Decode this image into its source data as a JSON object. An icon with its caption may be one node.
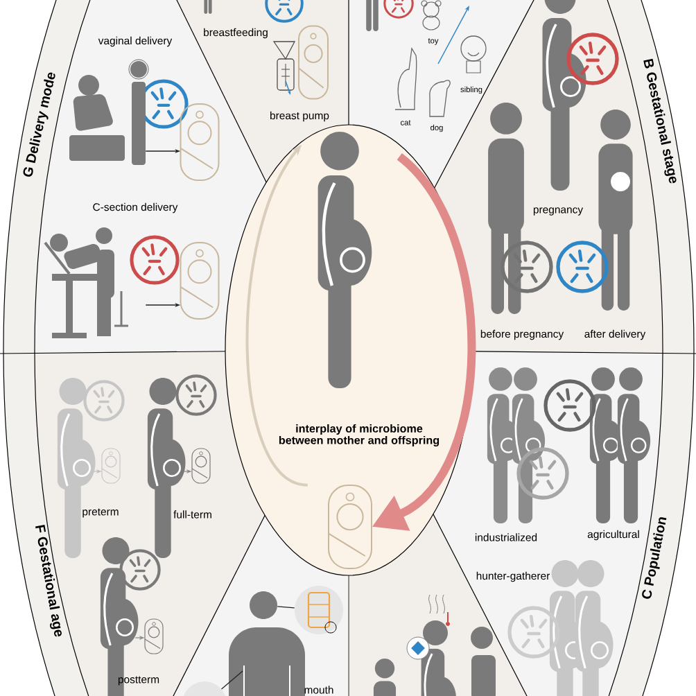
{
  "diagram": {
    "nodes": [
      {
        "text": [
          "interplay of microbiome between mother and offspring"
        ]
      },
      {
        "text": [],
        "shape": "picture",
        "in": 0
      },
      {
        "text": [],
        "shape": "picture",
        "in": 0
      },
      {
        "text": [],
        "shape": "picture"
      },
      {
        "text": [],
        "shape": "picture"
      },
      {
        "text": [],
        "shape": "picture"
      },
      {
        "text": [],
        "shape": "picture"
      },
      {
        "text": [],
        "shape": "picture"
      },
      {
        "text": [],
        "shape": "picture"
      },
      {
        "text": [],
        "shape": "picture"
      },
      {
        "text": [],
        "shape": "picture"
      },
      {
        "text": [],
        "shape": "picture"
      },
      {
        "text": [],
        "shape": "picture"
      },
      {
        "text": [],
        "shape": "person"
      },
      {
        "text": [],
        "shape": "picture"
      },
      {
        "text": [],
        "shape": "circle"
      }
    ],
    "edges": [
      {
        "from": 1,
        "to": 2,
        "arrow": "to",
        "style": "thick",
        "color": "#e08a8a"
      },
      {
        "from": 2,
        "to": 1,
        "arrow": "to",
        "style": "thick",
        "color": "#d9cdbb"
      },
      {
        "from": 3,
        "to": 4,
        "arrow": "to"
      },
      {
        "from": 5,
        "to": 6,
        "arrow": "to"
      },
      {
        "from": 7,
        "to": 8,
        "arrow": "to",
        "color": "#bdbdbd"
      },
      {
        "from": 9,
        "to": 10,
        "arrow": "to",
        "color": "#8a8a8a"
      },
      {
        "from": 11,
        "to": 12,
        "arrow": "to",
        "color": "#8a8a8a"
      },
      {
        "from": 13,
        "to": 14,
        "arrow": "none"
      },
      {
        "from": 15,
        "to": 13,
        "arrow": "none"
      }
    ],
    "labels": [
      "breastfeeding",
      "toy",
      "sibling",
      "cat",
      "dog",
      "G Delivery mode",
      "vaginal delivery",
      "breast pump",
      "B Gestational stage",
      "C-section delivery",
      "pregnancy",
      "before pregnancy",
      "after delivery",
      "industrialized",
      "agricultural",
      "preterm",
      "full-term",
      "hunter-gatherer",
      "F Gestational age",
      "C Population",
      "postterm",
      "mouth"
    ]
  }
}
